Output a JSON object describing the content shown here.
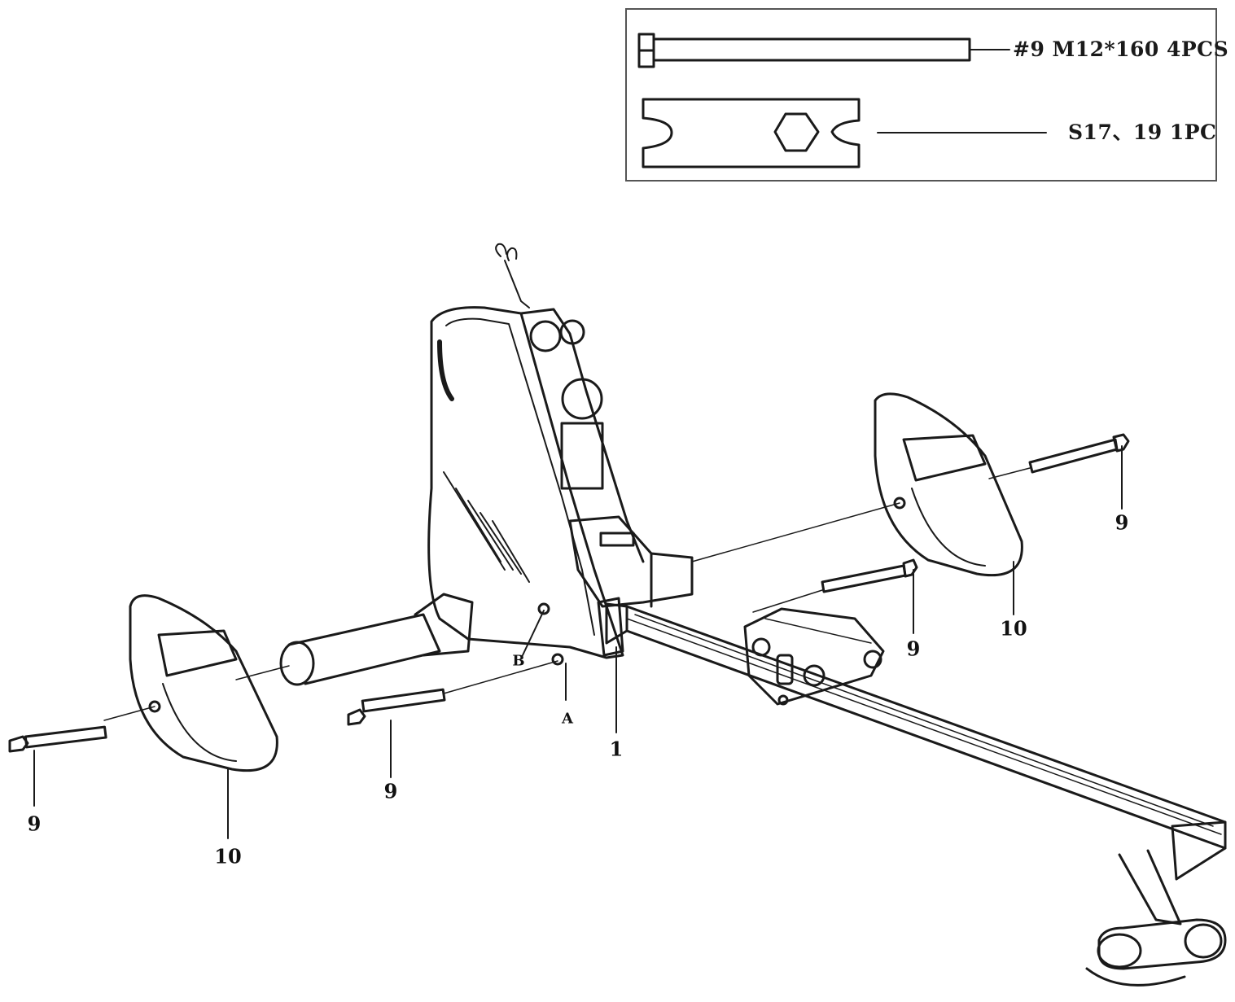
{
  "hardware": {
    "bolt_label": "#9 M12*160 4PCS",
    "wrench_label": "S17、19 1PC"
  },
  "callouts": {
    "part_9_front_left": "9",
    "part_10_left": "10",
    "part_9_mid": "9",
    "part_A": "A",
    "part_B": "B",
    "part_1": "1",
    "part_9_right_center": "9",
    "part_10_right": "10",
    "part_9_far_right": "9"
  },
  "colors": {
    "line": "#1a1a1a",
    "background": "#ffffff"
  }
}
